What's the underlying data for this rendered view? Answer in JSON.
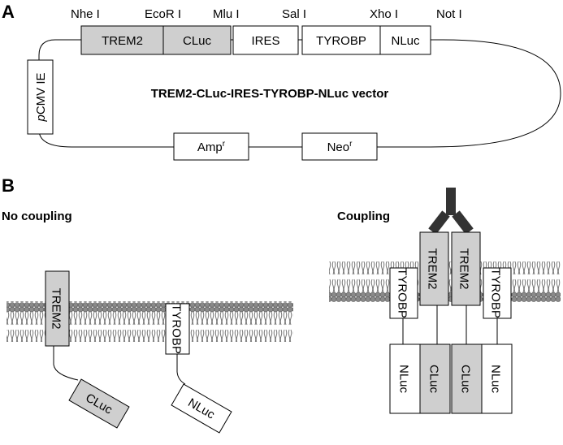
{
  "panel_a": {
    "label": "A",
    "sites": [
      "Nhe I",
      "EcoR I",
      "Mlu I",
      "Sal I",
      "Xho I",
      "Not I"
    ],
    "genes": [
      "TREM2",
      "CLuc",
      "IRES",
      "TYROBP",
      "NLuc"
    ],
    "promoter_prefix": "p",
    "promoter_rest": "CMV IE",
    "vector_title": "TREM2-CLuc-IRES-TYROBP-NLuc vector",
    "amp": "Amp",
    "neo": "Neo",
    "resistance_sup": "r"
  },
  "panel_b": {
    "label": "B",
    "no_coupling": {
      "title": "No coupling",
      "receptor": "TREM2",
      "adaptor": "TYROBP",
      "cluc": "CLuc",
      "nluc": "NLuc"
    },
    "coupling": {
      "title": "Coupling",
      "receptor_left": "TREM2",
      "receptor_right": "TREM2",
      "adaptor_left": "TYROBP",
      "adaptor_right": "TYROBP",
      "nluc_left": "NLuc",
      "cluc_left": "CLuc",
      "cluc_right": "CLuc",
      "nluc_right": "NLuc"
    }
  },
  "colors": {
    "grey_fill": "#cfcfcf",
    "membrane": "#8a8a8a",
    "ligand": "#333333"
  }
}
